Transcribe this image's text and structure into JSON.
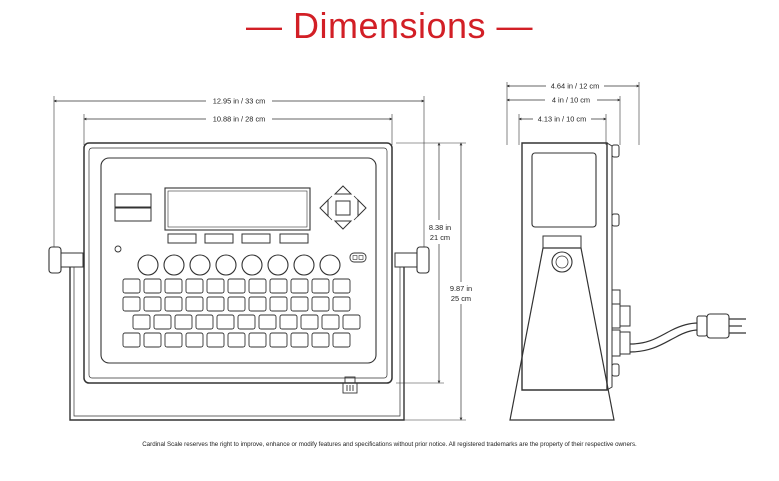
{
  "title": "— Dimensions —",
  "title_color": "#d21f26",
  "dimensions": {
    "front_overall_width": "12.95 in / 33 cm",
    "front_panel_width": "10.88 in / 28 cm",
    "panel_height": {
      "line1": "8.38 in",
      "line2": "21 cm"
    },
    "overall_height": {
      "line1": "9.87 in",
      "line2": "25 cm"
    },
    "side_overall_depth": "4.64 in / 12 cm",
    "side_depth": "4 in / 10 cm",
    "side_inner_depth": "4.13 in / 10 cm"
  },
  "footer_note": "Cardinal Scale reserves the right to improve, enhance or modify features and specifications without prior notice. All registered trademarks are the property of their respective owners."
}
